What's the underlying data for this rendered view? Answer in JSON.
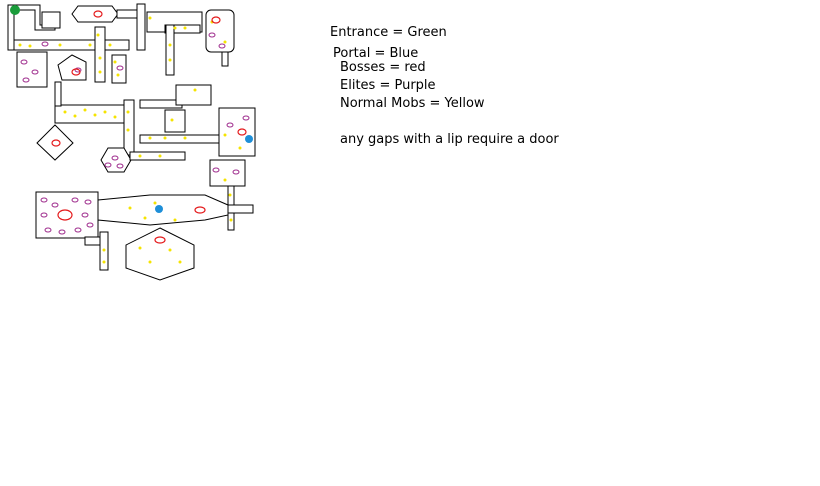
{
  "legend": {
    "entrance": "Entrance = Green",
    "portal": "Portal = Blue",
    "bosses": "Bosses = red",
    "elites": "Elites = Purple",
    "normal_mobs": "Normal Mobs = Yellow",
    "note": "any gaps with a lip require a door"
  },
  "colors": {
    "entrance": "#1a9c3a",
    "portal": "#1e8fd8",
    "boss": "#e41a1c",
    "elite": "#a0308f",
    "normal_mob": "#f5e400",
    "wall": "#000000",
    "floor": "#ffffff"
  }
}
